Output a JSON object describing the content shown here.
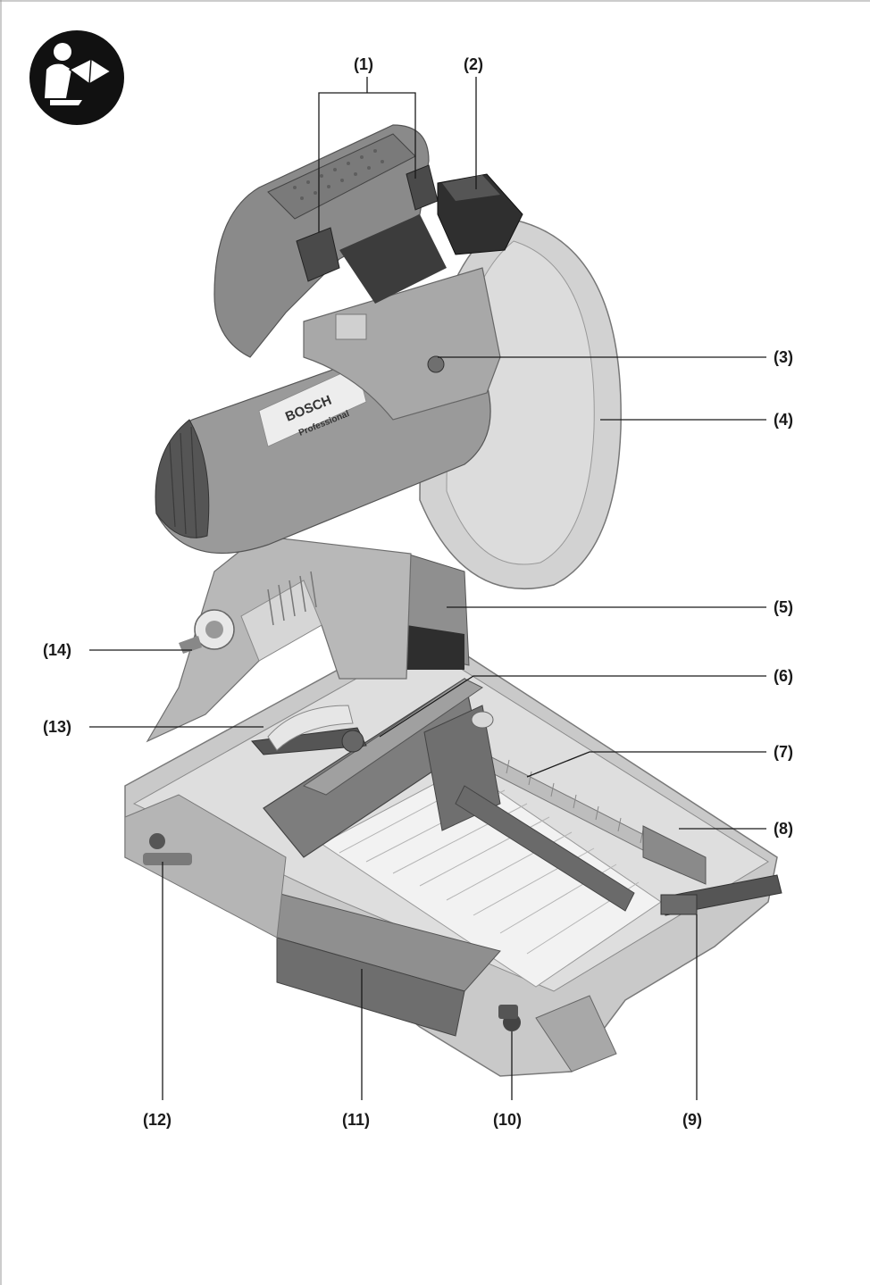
{
  "figure": {
    "type": "exploded-part-callout",
    "subject": "metal chop saw",
    "icon": "read-manual-icon",
    "brand_marks": [
      "BOSCH",
      "Professional"
    ],
    "callouts": [
      {
        "id": "1",
        "label": "(1)"
      },
      {
        "id": "2",
        "label": "(2)"
      },
      {
        "id": "3",
        "label": "(3)"
      },
      {
        "id": "4",
        "label": "(4)"
      },
      {
        "id": "5",
        "label": "(5)"
      },
      {
        "id": "6",
        "label": "(6)"
      },
      {
        "id": "7",
        "label": "(7)"
      },
      {
        "id": "8",
        "label": "(8)"
      },
      {
        "id": "9",
        "label": "(9)"
      },
      {
        "id": "10",
        "label": "(10)"
      },
      {
        "id": "11",
        "label": "(11)"
      },
      {
        "id": "12",
        "label": "(12)"
      },
      {
        "id": "13",
        "label": "(13)"
      },
      {
        "id": "14",
        "label": "(14)"
      }
    ]
  }
}
